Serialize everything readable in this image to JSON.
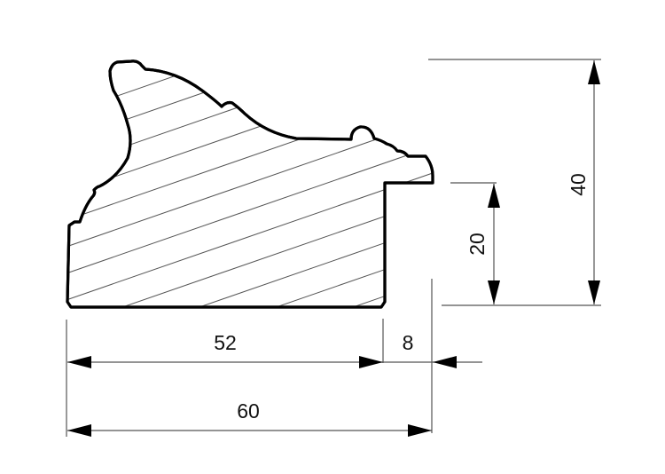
{
  "drawing": {
    "type": "frame-molding-profile-cross-section",
    "fill_pattern": "diagonal-hatch",
    "colors": {
      "outline": "#000000",
      "dimension_lines": "#555555",
      "text": "#111111",
      "background": "#ffffff"
    }
  },
  "dimensions": {
    "total_height": {
      "value": "40",
      "orientation": "vertical",
      "position": "far-right"
    },
    "rebate_height": {
      "value": "20",
      "orientation": "vertical",
      "position": "right"
    },
    "face_width": {
      "value": "52",
      "orientation": "horizontal",
      "position": "bottom-upper"
    },
    "rebate_width": {
      "value": "8",
      "orientation": "horizontal",
      "position": "bottom-upper-right"
    },
    "total_width": {
      "value": "60",
      "orientation": "horizontal",
      "position": "bottom-lower"
    }
  }
}
